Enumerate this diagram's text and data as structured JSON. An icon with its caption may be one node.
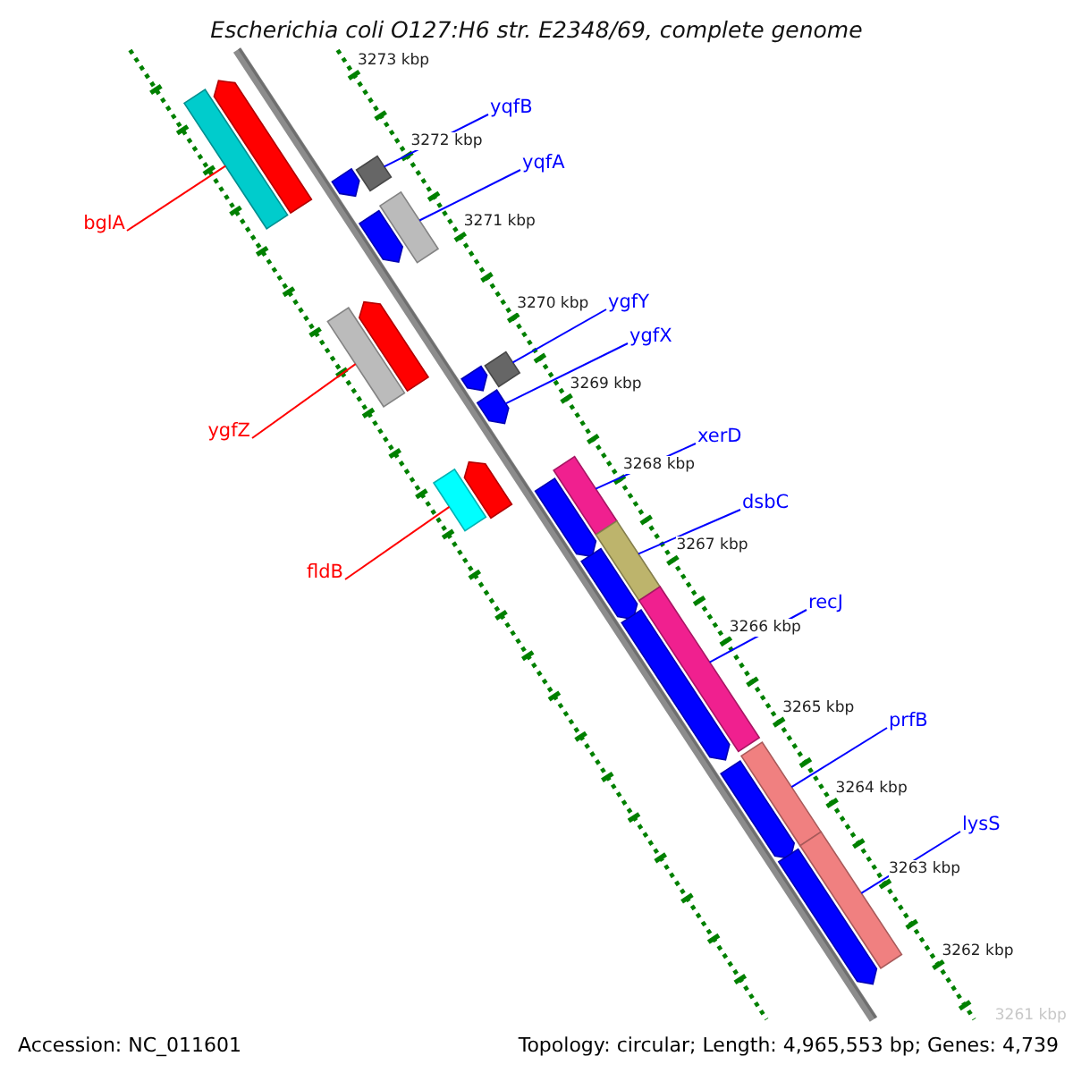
{
  "diagram": {
    "title": "Escherichia coli O127:H6 str. E2348/69, complete genome",
    "nodes": [
      {
        "text": [
          "yqfB"
        ]
      },
      {
        "text": [],
        "shape": "bar"
      },
      {
        "text": [
          "yqfA"
        ]
      },
      {
        "text": [],
        "shape": "bar"
      },
      {
        "text": [
          "bglA"
        ]
      },
      {
        "text": [],
        "shape": "bar"
      },
      {
        "text": [
          "ygfY"
        ]
      },
      {
        "text": [],
        "shape": "bar"
      },
      {
        "text": [
          "ygfX"
        ]
      },
      {
        "text": [],
        "shape": "bar"
      },
      {
        "text": [
          "ygfZ"
        ]
      },
      {
        "text": [],
        "shape": "bar"
      },
      {
        "text": [
          "xerD"
        ]
      },
      {
        "text": [],
        "shape": "bar"
      },
      {
        "text": [
          "dsbC"
        ]
      },
      {
        "text": [],
        "shape": "bar"
      },
      {
        "text": [
          "fldB"
        ]
      },
      {
        "text": [],
        "shape": "bar"
      },
      {
        "text": [
          "recJ"
        ]
      },
      {
        "text": [],
        "shape": "bar"
      },
      {
        "text": [
          "prfB"
        ]
      },
      {
        "text": [],
        "shape": "bar"
      },
      {
        "text": [
          "lysS"
        ]
      },
      {
        "text": [],
        "shape": "bar"
      }
    ],
    "edges": [
      {
        "from": 0,
        "to": 1,
        "arrow": "none"
      },
      {
        "from": 2,
        "to": 3,
        "arrow": "none"
      },
      {
        "from": 4,
        "to": 5,
        "arrow": "none",
        "color": "#ff0000"
      },
      {
        "from": 6,
        "to": 7,
        "arrow": "none"
      },
      {
        "from": 8,
        "to": 9,
        "arrow": "none"
      },
      {
        "from": 10,
        "to": 11,
        "arrow": "none",
        "color": "#ff0000"
      },
      {
        "from": 12,
        "to": 13,
        "arrow": "none"
      },
      {
        "from": 14,
        "to": 15,
        "arrow": "none"
      },
      {
        "from": 16,
        "to": 17,
        "arrow": "none",
        "color": "#ff0000"
      },
      {
        "from": 18,
        "to": 19,
        "arrow": "none"
      },
      {
        "from": 20,
        "to": 21,
        "arrow": "none"
      },
      {
        "from": 22,
        "to": 23,
        "arrow": "none"
      }
    ],
    "labels": [
      "3273 kbp",
      "3272 kbp",
      "3271 kbp",
      "3270 kbp",
      "3269 kbp",
      "3268 kbp",
      "3267 kbp",
      "3266 kbp",
      "3265 kbp",
      "3264 kbp",
      "3263 kbp",
      "3262 kbp",
      "3261 kbp",
      "Accession: NC_011601",
      "Topology: circular; Length: 4,965,553 bp; Genes: 4,739"
    ]
  }
}
